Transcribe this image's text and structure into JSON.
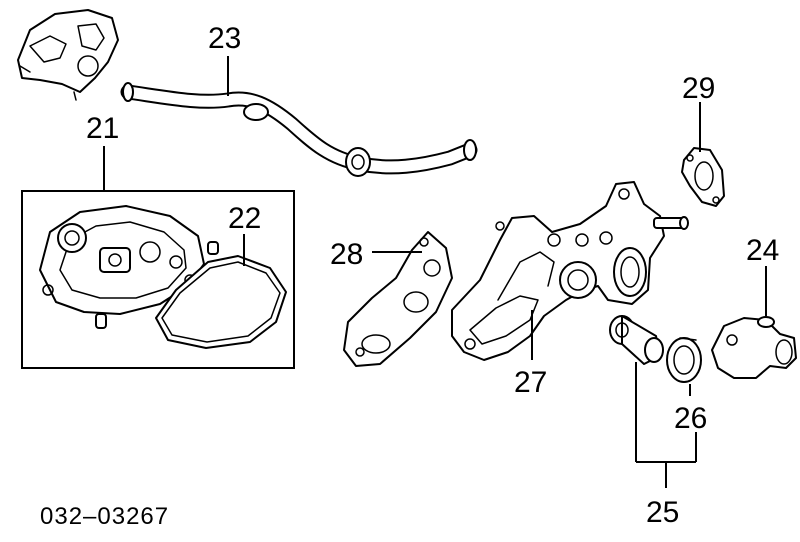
{
  "callouts": {
    "c21": "21",
    "c22": "22",
    "c23": "23",
    "c24": "24",
    "c25": "25",
    "c26": "26",
    "c27": "27",
    "c28": "28",
    "c29": "29"
  },
  "diagram_code": "032–03267"
}
